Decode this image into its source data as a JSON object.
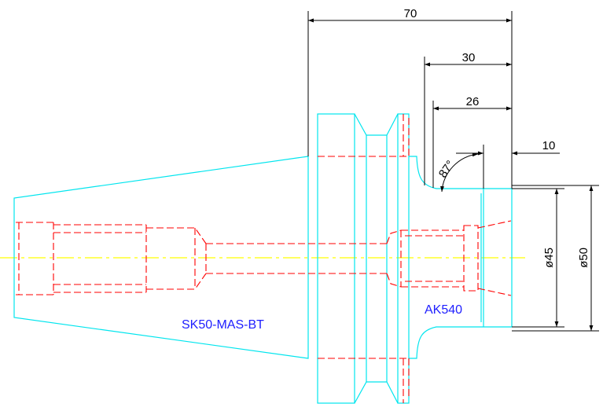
{
  "colors": {
    "outline": "#00e5ee",
    "hidden": "#ff0000",
    "centerline": "#ffff00",
    "dimension": "#000000",
    "label": "#2020ff"
  },
  "dimensions": {
    "overall_length": "70",
    "length_30": "30",
    "length_26": "26",
    "length_10": "10",
    "angle": "87°",
    "diameter_45": "ø45",
    "diameter_50": "ø50"
  },
  "labels": {
    "holder": "SK50-MAS-BT",
    "collet": "AK540"
  }
}
